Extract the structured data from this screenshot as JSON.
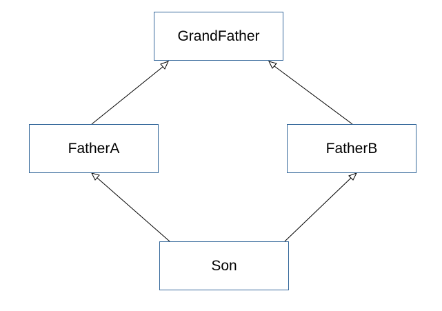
{
  "diagram": {
    "nodes": {
      "grandfather": "GrandFather",
      "father_a": "FatherA",
      "father_b": "FatherB",
      "son": "Son"
    },
    "edges": [
      {
        "from": "father_a",
        "to": "grandfather",
        "arrowhead": "hollow-triangle"
      },
      {
        "from": "father_b",
        "to": "grandfather",
        "arrowhead": "hollow-triangle"
      },
      {
        "from": "son",
        "to": "father_a",
        "arrowhead": "hollow-triangle"
      },
      {
        "from": "son",
        "to": "father_b",
        "arrowhead": "hollow-triangle"
      }
    ],
    "colors": {
      "box_border": "#34679a",
      "line": "#000000",
      "background": "#ffffff"
    }
  }
}
